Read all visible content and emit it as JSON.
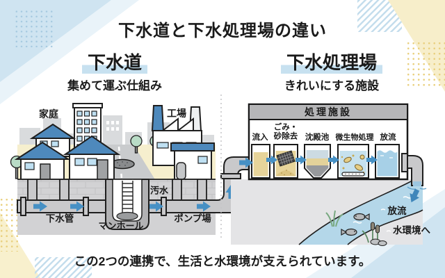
{
  "title": "下水道と下水処理場の違い",
  "caption": "この2つの連携で、生活と水環境が支えられています。",
  "left": {
    "heading": "下水道",
    "subtitle": "集めて運ぶ仕組み",
    "labels": {
      "home": "家庭",
      "factory": "工場",
      "sewage": "汚水",
      "sewer_pipe": "下水管",
      "manhole": "マンホール",
      "pump_station": "ポンプ場"
    }
  },
  "right": {
    "heading": "下水処理場",
    "subtitle": "きれいにする施設",
    "facility_title": "処理施設",
    "stages": [
      {
        "label": "流入"
      },
      {
        "line1": "ごみ・",
        "line2": "砂除去"
      },
      {
        "label": "沈殿池"
      },
      {
        "label": "微生物処理"
      },
      {
        "label": "放流"
      }
    ],
    "river": {
      "discharge": "放流",
      "to_environment": "水環境へ"
    }
  },
  "colors": {
    "accent_blue": "#4690c4",
    "heading_highlight": "#c7e1f0",
    "roof_blue": "#4e89bc",
    "dirty_water_tan": "#e7d49a",
    "clean_water_blue": "#a7d0e7",
    "river_blue": "#b4d7e9",
    "ground_cream": "#f6efce",
    "underground_gray": "#d2d2d4"
  }
}
